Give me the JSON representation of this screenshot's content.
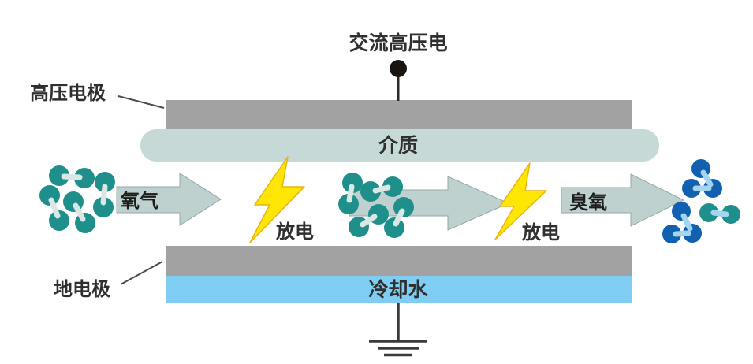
{
  "diagram": {
    "description": "corona discharge ozone generator schematic",
    "labels": {
      "ac_power": "交流高压电",
      "hv_electrode": "高压电极",
      "dielectric": "介质",
      "oxygen": "氧气",
      "discharge_left": "放电",
      "discharge_right": "放电",
      "ozone": "臭氧",
      "ground_electrode": "地电极",
      "cooling_water": "冷却水"
    },
    "colors": {
      "electrode_gray": "#a2a2a2",
      "dielectric_teal": "#c6d9d6",
      "cooling_water_blue": "#7fcdf2",
      "arrow_fill": "#bfd1ce",
      "arrow_edge": "#93a7a4",
      "lightning_yellow": "#ffe604",
      "lightning_edge": "#e8b410",
      "oxygen_molecule_teal": "#1f8f8b",
      "ozone_molecule_blue": "#1161b0",
      "bond_light_teal": "#d9e7e5",
      "bond_light_blue": "#a3d4f0",
      "wire_dark": "#2a2a2a",
      "text_dark": "#2f2f2f"
    }
  }
}
